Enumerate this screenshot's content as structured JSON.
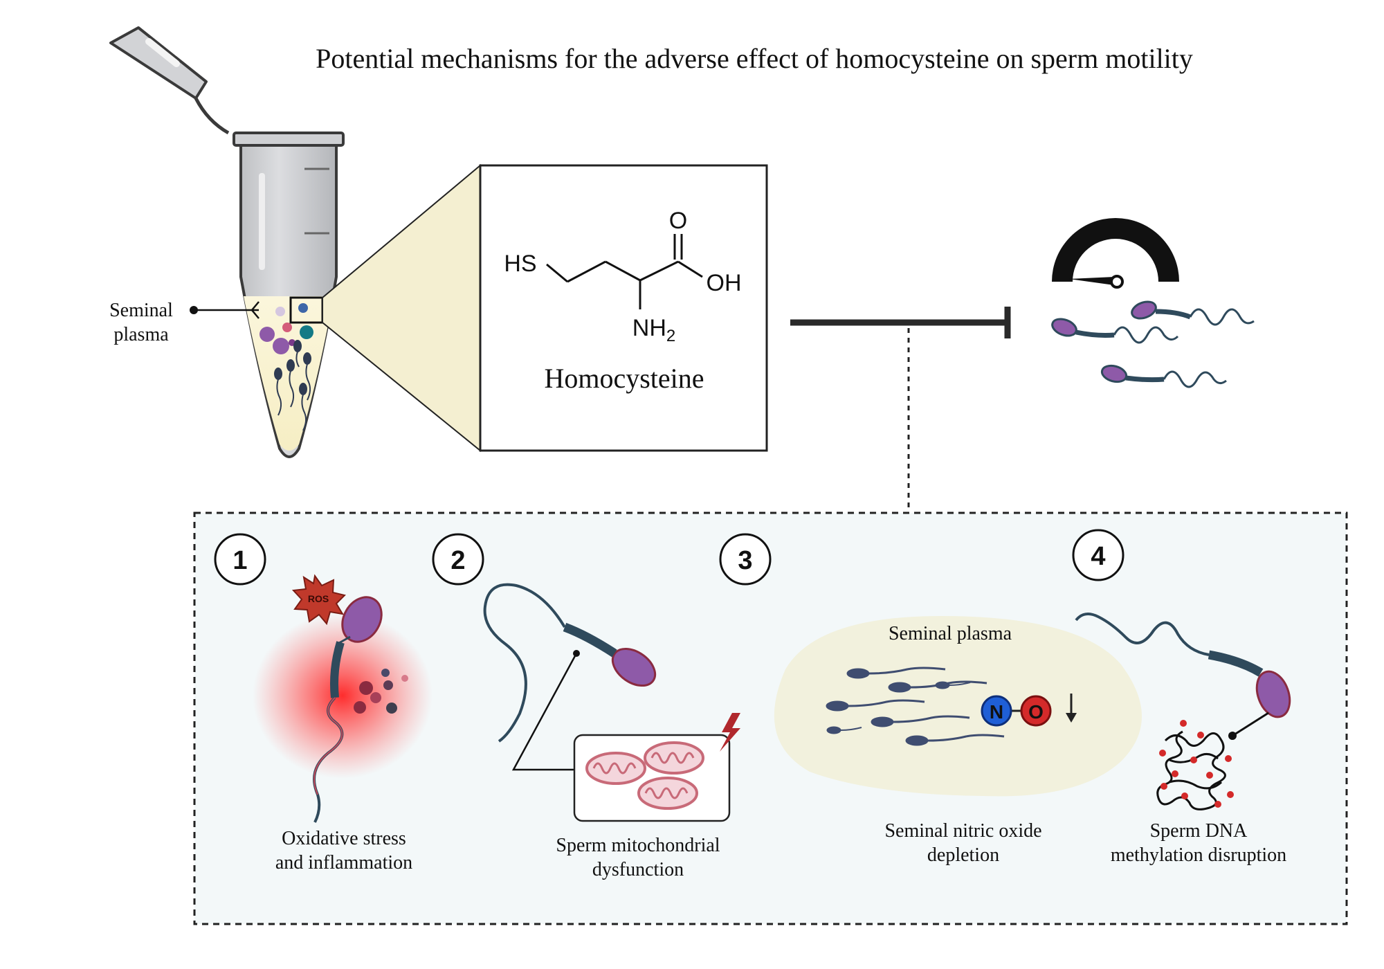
{
  "title": "Potential mechanisms for the adverse effect of homocysteine on sperm motility",
  "tube": {
    "label_line1": "Seminal",
    "label_line2": "plasma"
  },
  "molecule": {
    "name": "Homocysteine",
    "atom_sh": "HS",
    "atom_o": "O",
    "atom_oh": "OH",
    "atom_nh": "NH",
    "atom_nh_sub": "2"
  },
  "mechanisms": [
    {
      "number": "1",
      "line1": "Oxidative stress",
      "line2": "and inflammation",
      "badge": "ROS"
    },
    {
      "number": "2",
      "line1": "Sperm mitochondrial",
      "line2": "dysfunction"
    },
    {
      "number": "3",
      "line1": "Seminal nitric oxide",
      "line2": "depletion",
      "region_label": "Seminal plasma",
      "atom_n": "N",
      "atom_o": "O"
    },
    {
      "number": "4",
      "line1": "Sperm DNA",
      "line2": "methylation disruption"
    }
  ],
  "colors": {
    "sperm_head": "#8e5aa8",
    "sperm_tail": "#2f4a5c",
    "panel_bg": "#f3f8f9",
    "plasma_bg": "#f2f1dd",
    "ros": "#c0392b",
    "nitrogen": "#1f5fd6",
    "oxygen": "#d42a2a",
    "mito": "#c86a78"
  }
}
